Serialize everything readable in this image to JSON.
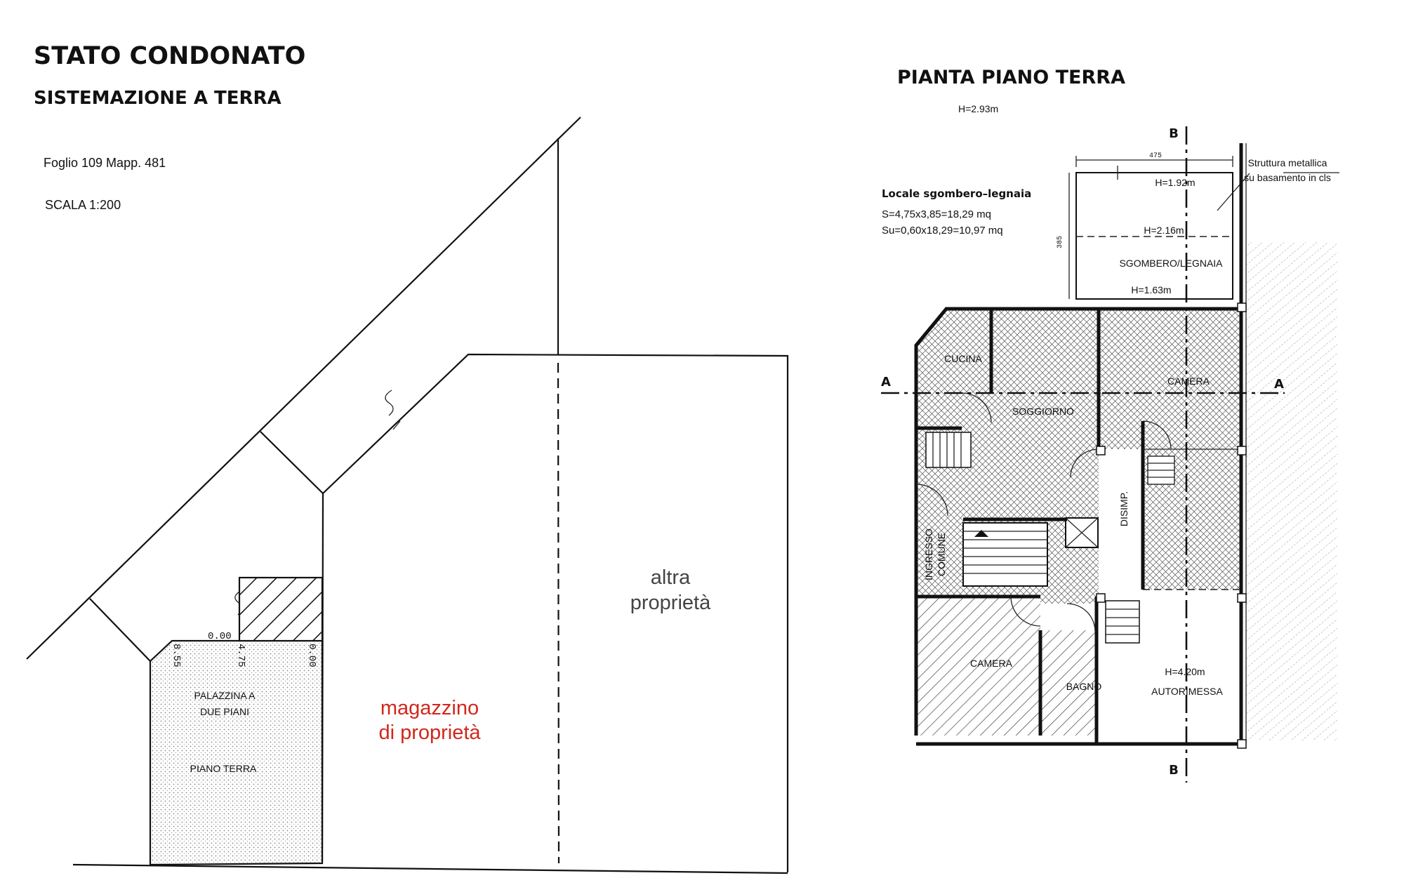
{
  "colors": {
    "ink": "#111111",
    "accent_red": "#d0281c",
    "muted": "#444444"
  },
  "left_panel": {
    "title": "STATO CONDONATO",
    "subtitle": "SISTEMAZIONE A TERRA",
    "foglio": "Foglio  109    Mapp.  481",
    "scala": "SCALA  1:200",
    "building_line1": "PALAZZINA  A",
    "building_line2": "DUE  PIANI",
    "building_floor": "PIANO  TERRA",
    "level_000_a": "0.00",
    "level_855": "8.55",
    "level_475": "4.75",
    "level_000_b": "0.00",
    "magazzino_line1": "magazzino",
    "magazzino_line2": "di proprietà",
    "altra_line1": "altra",
    "altra_line2": "proprietà"
  },
  "right_panel": {
    "title": "PIANTA PIANO TERRA",
    "height": "H=2.93m",
    "shed_title": "Locale  sgombero–legnaia",
    "shed_s": "S=4,75x3,85=18,29  mq",
    "shed_su": "Su=0,60x18,29=10,97  mq",
    "struttura_line1": "Struttura  metallica",
    "struttura_line2": "su  basamento  in  cls",
    "dim_475": "475",
    "dim_385": "385",
    "h_192": "H=1.92m",
    "h_216": "H=2.16m",
    "h_163": "H=1.63m",
    "h_420": "H=4.20m",
    "section_a": "A",
    "section_b": "B",
    "rooms": {
      "sgombero": "SGOMBERO/LEGNAIA",
      "cucina": "CUCINA",
      "camera_top": "CAMERA",
      "soggiorno": "SOGGIORNO",
      "disimp": "DISIMP.",
      "ingresso": "INGRESSO",
      "comune": "COMUNE",
      "camera_bottom": "CAMERA",
      "bagno": "BAGNO",
      "autorimessa": "AUTORIMESSA"
    }
  }
}
